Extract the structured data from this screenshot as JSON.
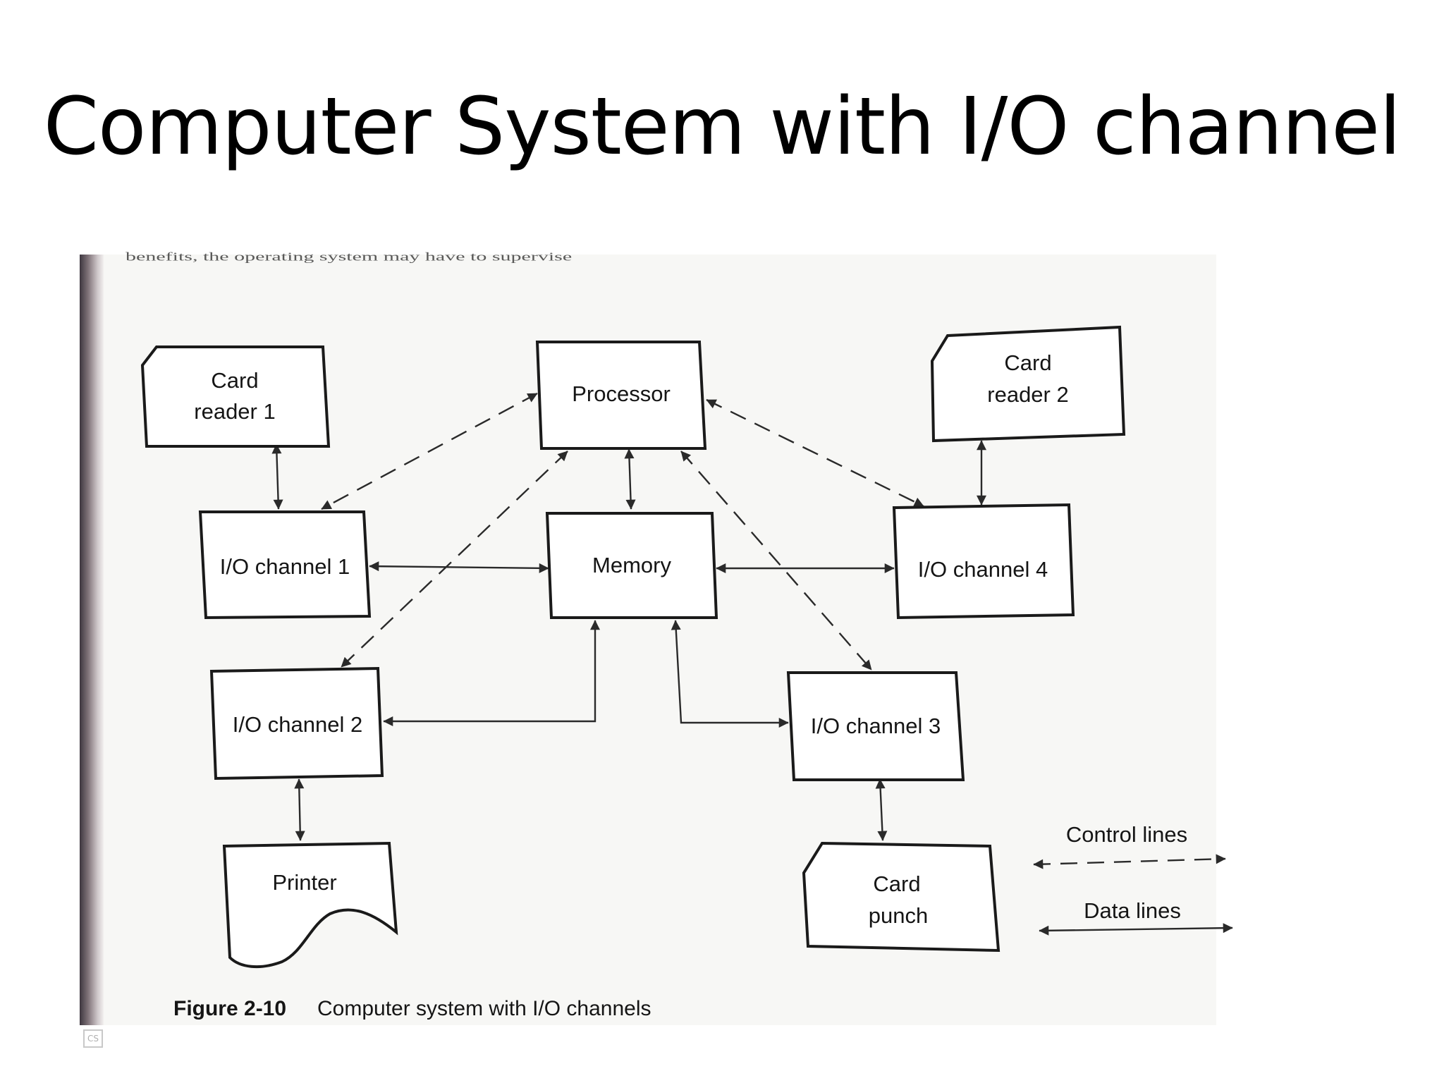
{
  "slide": {
    "title": "Computer System with I/O channel"
  },
  "scan": {
    "top_text": "benefits, the operating system may have to supervise"
  },
  "diagram": {
    "nodes": {
      "card_reader_1": [
        "Card",
        "reader 1"
      ],
      "processor": [
        "Processor"
      ],
      "card_reader_2": [
        "Card",
        "reader 2"
      ],
      "io_channel_1": [
        "I/O channel 1"
      ],
      "memory": [
        "Memory"
      ],
      "io_channel_4": [
        "I/O channel 4"
      ],
      "io_channel_2": [
        "I/O channel 2"
      ],
      "io_channel_3": [
        "I/O channel 3"
      ],
      "printer": [
        "Printer"
      ],
      "card_punch": [
        "Card",
        "punch"
      ]
    },
    "legend": {
      "control": "Control lines",
      "data": "Data lines"
    },
    "caption": {
      "figure": "Figure 2-10",
      "text": "Computer system with I/O channels"
    }
  },
  "colors": {
    "ink": "#1a1a1a",
    "paper": "#f7f7f5",
    "binding": "#6e6268"
  }
}
